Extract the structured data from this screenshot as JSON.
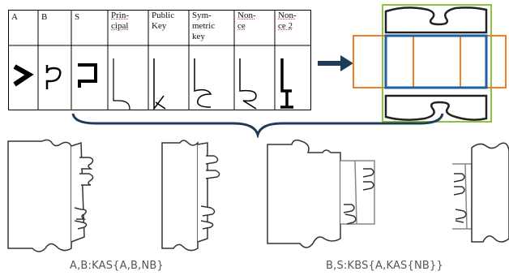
{
  "table": {
    "headers": [
      "A",
      "B",
      "S",
      "Prin-\ncipal",
      "Public\nKey",
      "Sym-\nmetric\nkey",
      "Non-\nce",
      "Non-\nce 2"
    ]
  },
  "captions": {
    "left": "A,B:KAS{A,B,NB}",
    "right": "B,S:KBS{A,KAS{NB}}"
  },
  "colors": {
    "table_border": "#000000",
    "arrow": "#1f3b5a",
    "brace": "#1f3b5a",
    "box_green": "#8dc33d",
    "box_orange": "#ef7d25",
    "box_blue": "#1f5fa3",
    "piece_stroke": "#222222",
    "caption": "#555555"
  }
}
